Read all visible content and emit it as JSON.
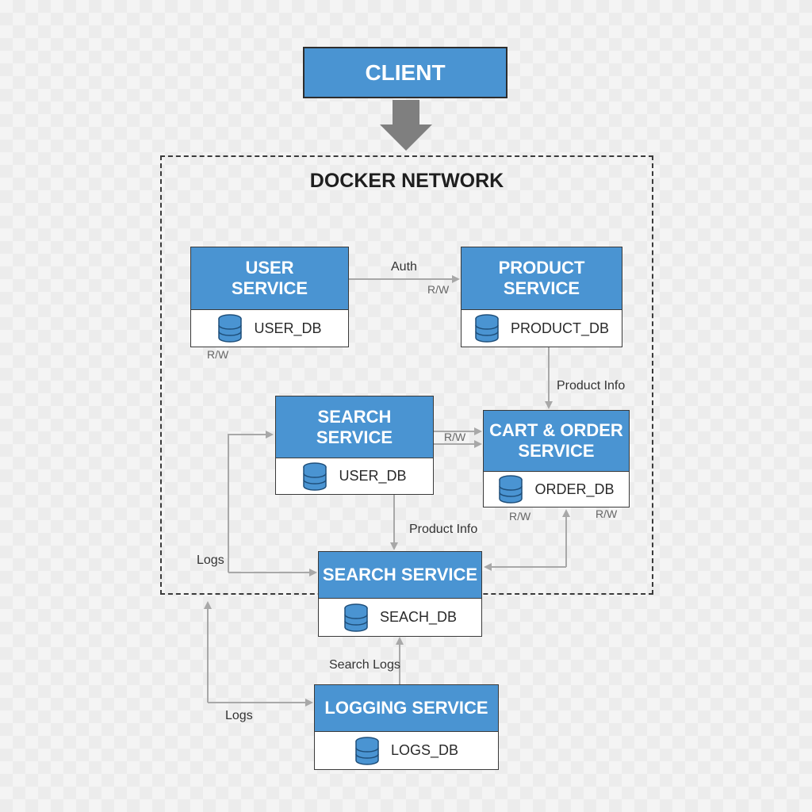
{
  "client": {
    "label": "CLIENT"
  },
  "network": {
    "title": "DOCKER NETWORK"
  },
  "services": [
    {
      "id": "user",
      "name": "USER\nSERVICE",
      "db": "USER_DB"
    },
    {
      "id": "product",
      "name": "PRODUCT\nSERVICE",
      "db": "PRODUCT_DB"
    },
    {
      "id": "search1",
      "name": "SEARCH\nSERVICE",
      "db": "USER_DB"
    },
    {
      "id": "cart",
      "name": "CART & ORDER\nSERVICE",
      "db": "ORDER_DB"
    },
    {
      "id": "search2",
      "name": "SEARCH SERVICE",
      "db": "SEACH_DB"
    },
    {
      "id": "logging",
      "name": "LOGGING SERVICE",
      "db": "LOGS_DB"
    }
  ],
  "edge_labels": {
    "auth": "Auth",
    "rw_product": "R/W",
    "rw_user": "R/W",
    "product_info_right": "Product Info",
    "rw_search_cart": "R/W",
    "product_info_mid": "Product Info",
    "rw_cart_left": "R/W",
    "rw_cart_right": "R/W",
    "logs_left": "Logs",
    "search_logs": "Search Logs",
    "logs_bottom": "Logs"
  },
  "colors": {
    "service_header": "#4a94d2",
    "arrow": "#a8a8a8",
    "client_arrow": "#7f7f7f",
    "border": "#3a3a3a"
  }
}
